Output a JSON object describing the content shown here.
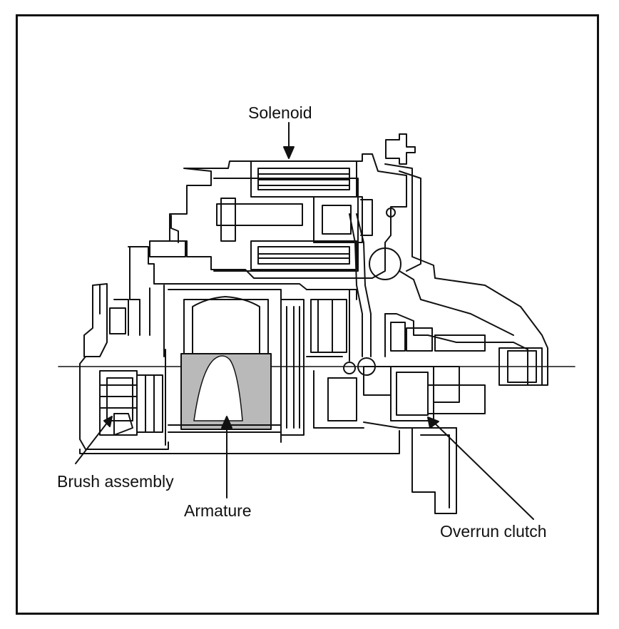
{
  "diagram": {
    "labels": {
      "solenoid": "Solenoid",
      "brush_assembly": "Brush assembly",
      "armature": "Armature",
      "overrun_clutch": "Overrun clutch"
    },
    "colors": {
      "line": "#111111",
      "armature_fill": "#b9b9b9",
      "frame": "#111111",
      "background": "#ffffff"
    }
  }
}
